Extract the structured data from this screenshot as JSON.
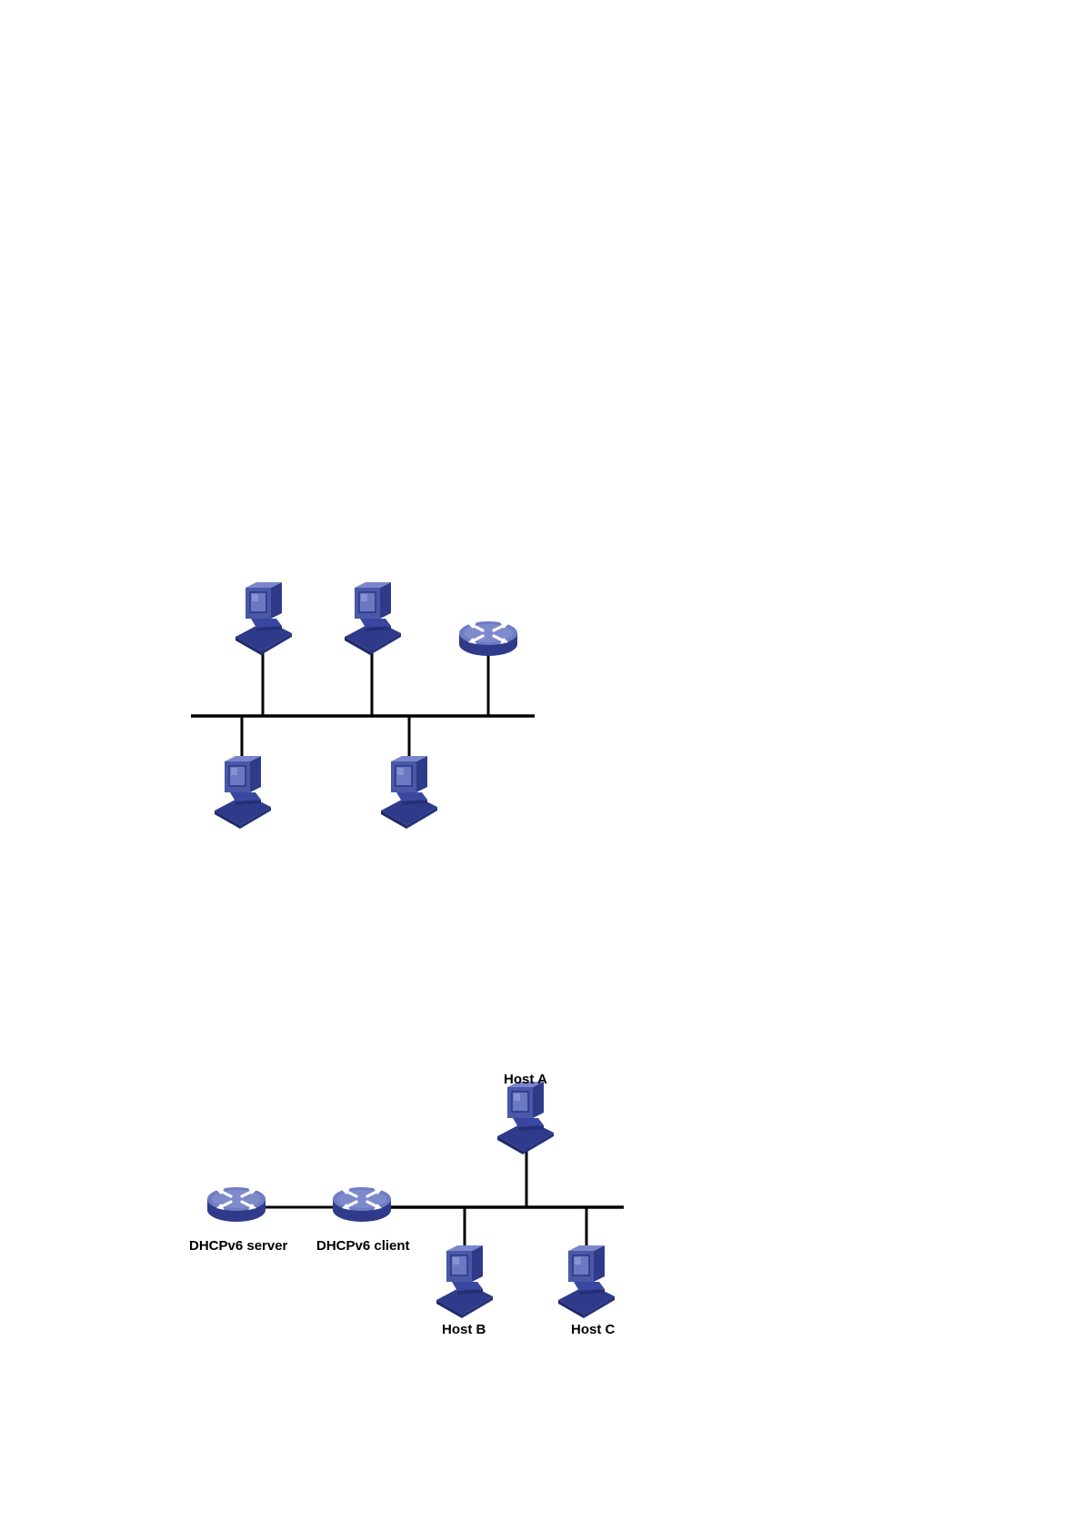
{
  "diagrams": [
    {
      "nodes": [
        {
          "id": "pc1",
          "type": "pc-icon"
        },
        {
          "id": "pc2",
          "type": "pc-icon"
        },
        {
          "id": "router1",
          "type": "router-icon"
        },
        {
          "id": "pc3",
          "type": "pc-icon"
        },
        {
          "id": "pc4",
          "type": "pc-icon"
        }
      ],
      "links": [
        {
          "from": "pc1",
          "to": "bus1"
        },
        {
          "from": "pc2",
          "to": "bus1"
        },
        {
          "from": "router1",
          "to": "bus1"
        },
        {
          "from": "pc3",
          "to": "bus1"
        },
        {
          "from": "pc4",
          "to": "bus1"
        }
      ]
    },
    {
      "nodes": [
        {
          "id": "dhcp_server",
          "type": "router-icon",
          "label": "DHCPv6 server"
        },
        {
          "id": "dhcp_client",
          "type": "router-icon",
          "label": "DHCPv6 client"
        },
        {
          "id": "host_a",
          "type": "pc-icon",
          "label": "Host A"
        },
        {
          "id": "host_b",
          "type": "pc-icon",
          "label": "Host B"
        },
        {
          "id": "host_c",
          "type": "pc-icon",
          "label": "Host C"
        }
      ],
      "links": [
        {
          "from": "dhcp_server",
          "to": "dhcp_client"
        },
        {
          "from": "dhcp_client",
          "to": "bus2"
        },
        {
          "from": "host_a",
          "to": "bus2"
        },
        {
          "from": "host_b",
          "to": "bus2"
        },
        {
          "from": "host_c",
          "to": "bus2"
        }
      ]
    }
  ],
  "colors": {
    "icon_dark": "#2f3b8a",
    "icon_mid": "#4a58a8",
    "icon_light": "#7a86cc",
    "screen": "#5f6cb8",
    "line": "#000000"
  }
}
